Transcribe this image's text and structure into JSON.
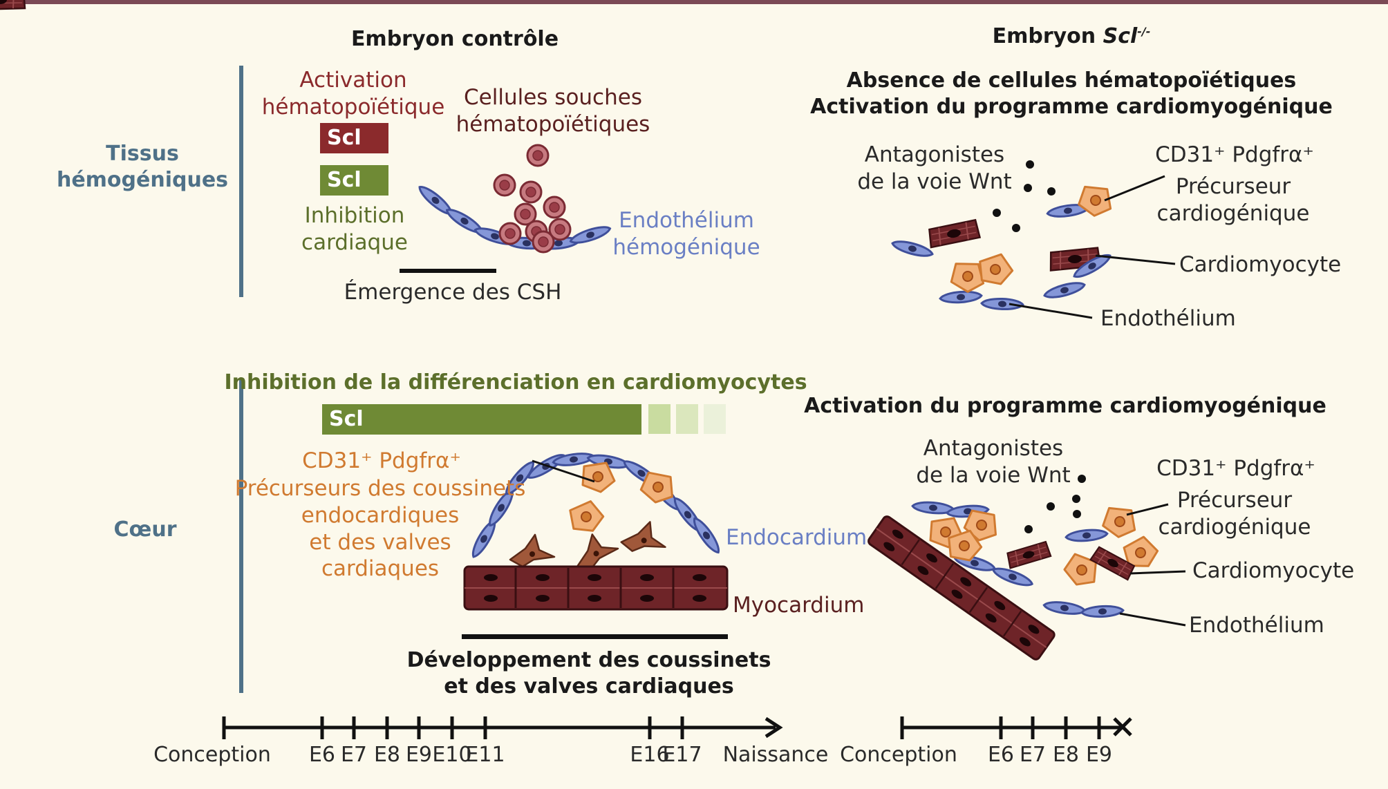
{
  "titles": {
    "control": "Embryon contrôle",
    "scl_prefix": "Embryon ",
    "scl_gene": "Scl",
    "scl_sup": "-/-"
  },
  "rows": {
    "tissus": "Tissus\nhémogéniques",
    "coeur": "Cœur"
  },
  "top_left": {
    "activation": "Activation\nhématopoïétique",
    "scl_red": "Scl",
    "scl_green": "Scl",
    "inhibition": "Inhibition\ncardiaque",
    "stem_cells": "Cellules souches\nhématopoïétiques",
    "endothelium": "Endothélium\nhémogénique",
    "emergence": "Émergence des CSH"
  },
  "top_right": {
    "heading": "Absence de cellules hématopoïétiques\nActivation du programme cardiomyogénique",
    "antagonists": "Antagonistes\nde la voie Wnt",
    "precursor_markers": "CD31⁺ Pdgfrα⁺",
    "precursor": "Précurseur\ncardiogénique",
    "cardiomyocyte": "Cardiomyocyte",
    "endothelium": "Endothélium"
  },
  "bottom_left": {
    "heading": "Inhibition de la différenciation en cardiomyocytes",
    "scl_bar": "Scl",
    "precursor_markers": "CD31⁺ Pdgfrα⁺",
    "precursors": "Précurseurs des coussinets\nendocardiques\net des valves\ncardiaques",
    "endocardium": "Endocardium",
    "myocardium": "Myocardium",
    "development": "Développement des coussinets\net des valves cardiaques"
  },
  "bottom_right": {
    "heading": "Activation du programme cardiomyogénique",
    "antagonists": "Antagonistes\nde la voie Wnt",
    "precursor_markers": "CD31⁺ Pdgfrα⁺",
    "precursor": "Précurseur\ncardiogénique",
    "cardiomyocyte": "Cardiomyocyte",
    "endothelium": "Endothélium"
  },
  "timeline_control": {
    "start": "Conception",
    "ticks": [
      "E6",
      "E7",
      "E8",
      "E9",
      "E10",
      "E11",
      "E16",
      "E17"
    ],
    "end": "Naissance"
  },
  "timeline_scl": {
    "start": "Conception",
    "ticks": [
      "E6",
      "E7",
      "E8",
      "E9"
    ]
  },
  "colors": {
    "background": "#fcf9ec",
    "scl_red": "#8b2a2c",
    "scl_green": "#6f8a35",
    "endothelial_blue": "#7b8fd0",
    "precursor_orange": "#f2b27a",
    "cardiomyocyte_brown": "#6e2428",
    "section_blue": "#4f7188"
  }
}
